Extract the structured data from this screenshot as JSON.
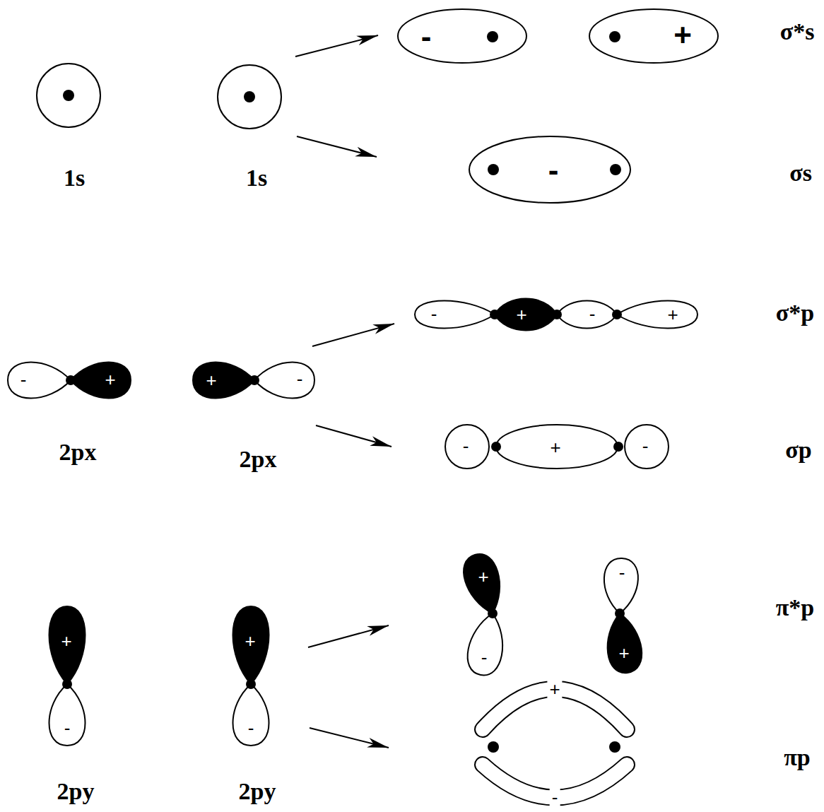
{
  "diagram": {
    "nodes": [
      {
        "text": [
          "1s"
        ]
      },
      {
        "text": [
          "1s"
        ]
      },
      {
        "text": [
          "-",
          "+"
        ]
      },
      {
        "text": [
          "-"
        ]
      },
      {
        "text": [
          "-",
          "+",
          "2px"
        ]
      },
      {
        "text": [
          "+",
          "-",
          "2px"
        ]
      },
      {
        "text": [
          "-",
          "+",
          "-",
          "+"
        ]
      },
      {
        "text": [
          "-",
          "+",
          "-"
        ]
      },
      {
        "text": [
          "+",
          "-",
          "2py"
        ]
      },
      {
        "text": [
          "+",
          "-",
          "2py"
        ]
      },
      {
        "text": [
          "+",
          "-",
          "-",
          "+"
        ]
      },
      {
        "text": [
          "+",
          "-"
        ]
      }
    ],
    "edges": [
      {
        "from": 1,
        "to": 2,
        "arrow": "to"
      },
      {
        "from": 1,
        "to": 3,
        "arrow": "to"
      },
      {
        "from": 5,
        "to": 6,
        "arrow": "to"
      },
      {
        "from": 5,
        "to": 7,
        "arrow": "to"
      },
      {
        "from": 9,
        "to": 10,
        "arrow": "to"
      },
      {
        "from": 9,
        "to": 11,
        "arrow": "to"
      }
    ],
    "labels": [
      "σ*s",
      "σs",
      "σ*p",
      "σp",
      "π*p",
      "πp"
    ]
  }
}
